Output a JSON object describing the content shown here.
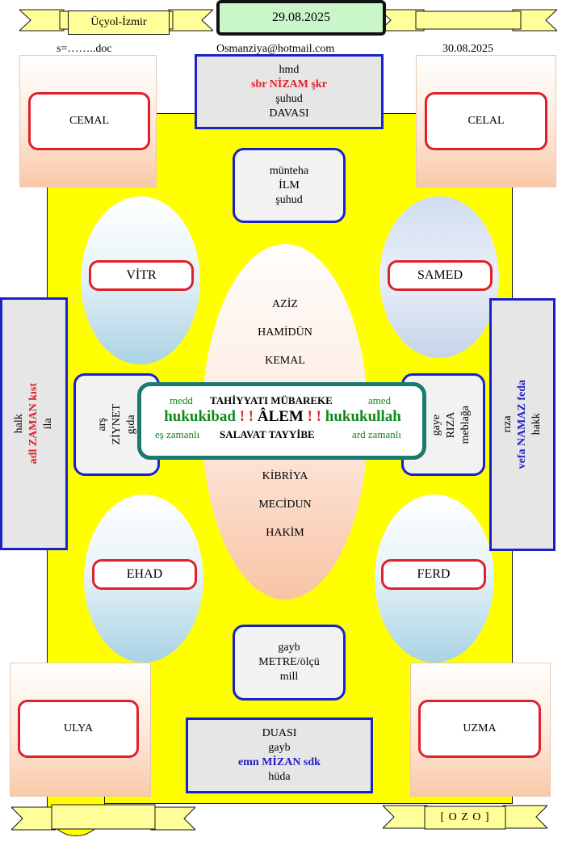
{
  "header": {
    "location": "Üçyol-İzmir",
    "date": "29.08.2025",
    "file": "s=……..doc",
    "email": "Osmanziya@hotmail.com",
    "date2": "30.08.2025"
  },
  "top_box": {
    "l1": "hmd",
    "l2": "sbr NİZAM şkr",
    "l3": "şuhud",
    "l4": "DAVASI"
  },
  "corners": {
    "tl": "CEMAL",
    "tr": "CELAL",
    "bl": "ULYA",
    "br": "UZMA"
  },
  "upper_box": {
    "l1": "münteha",
    "l2": "İLM",
    "l3": "şuhud"
  },
  "lower_box": {
    "l1": "gayb",
    "l2": "METRE/ölçü",
    "l3": "mill"
  },
  "bottom_box": {
    "l1": "DUASI",
    "l2": "gayb",
    "l3": "emn MİZAN sdk",
    "l4": "hüda"
  },
  "ellipse_labels": {
    "tl": "VİTR",
    "tr": "SAMED",
    "bl": "EHAD",
    "br": "FERD"
  },
  "center_names_top": [
    "AZİZ",
    "HAMİDÜN",
    "KEMAL"
  ],
  "center_names_bottom": [
    "KİBRİYA",
    "MECİDUN",
    "HAKİM"
  ],
  "left_side": {
    "l1": "halk",
    "l2": "adl ZAMAN kıst",
    "l3": "ila"
  },
  "right_side": {
    "l1": "rıza",
    "l2": "vefa NAMAZ feda",
    "l3": "hakk"
  },
  "inner_left": {
    "l1": "arş",
    "l2": "ZİYNET",
    "l3": "gıda"
  },
  "inner_right": {
    "l1": "gaye",
    "l2": "RIZA",
    "l3": "meblağa"
  },
  "center_panel": {
    "medd": "medd",
    "title": "TAHİYYATI MÜBAREKE",
    "amed": "amed",
    "left_word": "hukukibad",
    "alem": "ÂLEM",
    "right_word": "hukukullah",
    "bang": "! !",
    "es": "eş zamanlı",
    "salavat": "SALAVAT TAYYİBE",
    "ard": "ard zamanlı"
  },
  "footer": {
    "ozo": "[ O Z O ]"
  },
  "colors": {
    "yellow": "#ffff00",
    "blue": "#1a23c8",
    "red": "#e0202a",
    "teal": "#1a7a6e",
    "green": "#0e8a1c"
  }
}
